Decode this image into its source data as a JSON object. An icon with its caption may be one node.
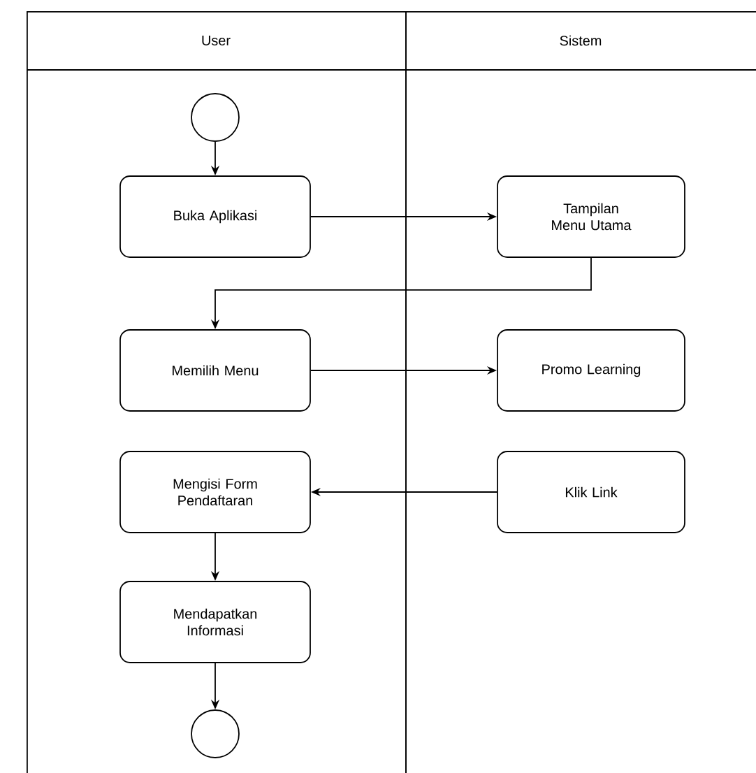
{
  "diagram": {
    "nodes": [
      {
        "text": [
          "User"
        ]
      },
      {
        "text": [],
        "shape": "circle",
        "in": 0
      },
      {
        "text": [
          "Buka Aplikasi"
        ],
        "in": 0
      },
      {
        "text": [
          "Memilih Menu"
        ],
        "in": 0
      },
      {
        "text": [
          "Mengisi Form Pendaftaran"
        ],
        "in": 0
      },
      {
        "text": [
          "Mendapatkan Informasi"
        ],
        "in": 0
      },
      {
        "text": [],
        "shape": "circle",
        "in": 0
      },
      {
        "text": [
          "Sistem"
        ]
      },
      {
        "text": [
          "Tampilan Menu Utama"
        ],
        "in": 7
      },
      {
        "text": [
          "Promo Learning"
        ],
        "in": 7
      },
      {
        "text": [
          "Klik Link"
        ],
        "in": 7
      }
    ],
    "edges": [
      {
        "from": 1,
        "to": 2,
        "arrow": "to"
      },
      {
        "from": 2,
        "to": 8,
        "arrow": "to"
      },
      {
        "from": 8,
        "to": 3,
        "arrow": "to"
      },
      {
        "from": 3,
        "to": 9,
        "arrow": "to"
      },
      {
        "from": 10,
        "to": 4,
        "arrow": "to"
      },
      {
        "from": 4,
        "to": 5,
        "arrow": "to"
      },
      {
        "from": 5,
        "to": 6,
        "arrow": "to"
      }
    ]
  }
}
